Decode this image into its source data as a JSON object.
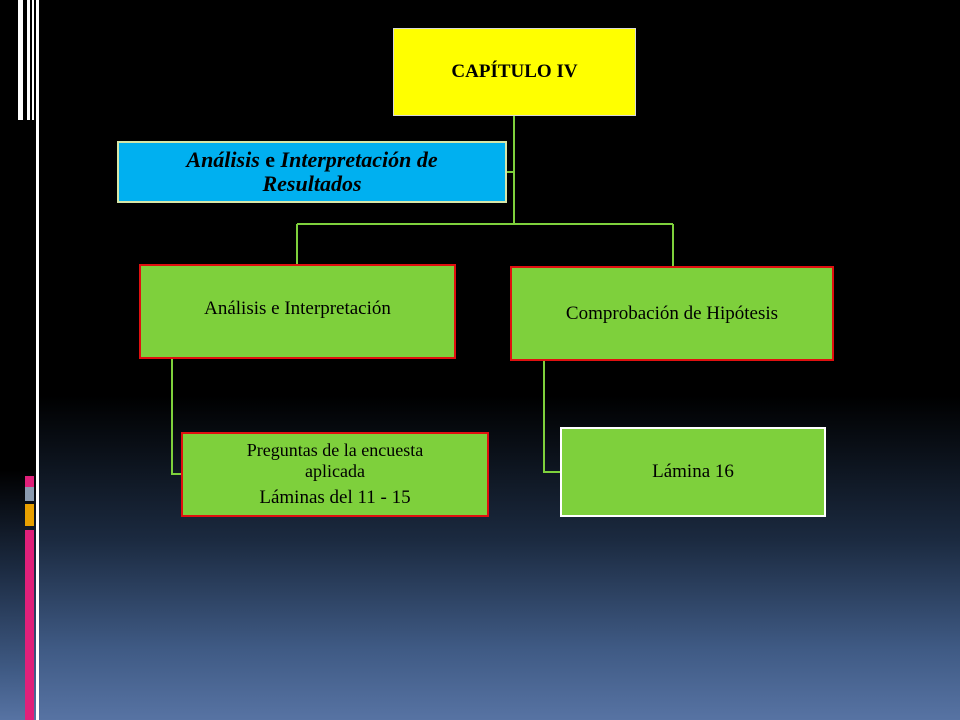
{
  "diagram": {
    "root": {
      "label": "CAPÍTULO IV"
    },
    "assistant": {
      "label_bold_italic_1": "Análisis",
      "label_plain": " e ",
      "label_bold_italic_2": "Interpretación de Resultados"
    },
    "branches": [
      {
        "label": "Análisis e Interpretación"
      },
      {
        "label": "Comprobación de Hipótesis"
      }
    ],
    "leaves": [
      {
        "line1": "Preguntas de la encuesta",
        "line2": "aplicada",
        "line3": "Láminas del 11 - 15"
      },
      {
        "label": "Lámina 16"
      }
    ]
  },
  "colors": {
    "root_fill": "#ffff00",
    "assistant_fill": "#00b0f0",
    "node_fill": "#7ed03c",
    "node_border": "#e01010",
    "connector": "#7ed03c"
  }
}
